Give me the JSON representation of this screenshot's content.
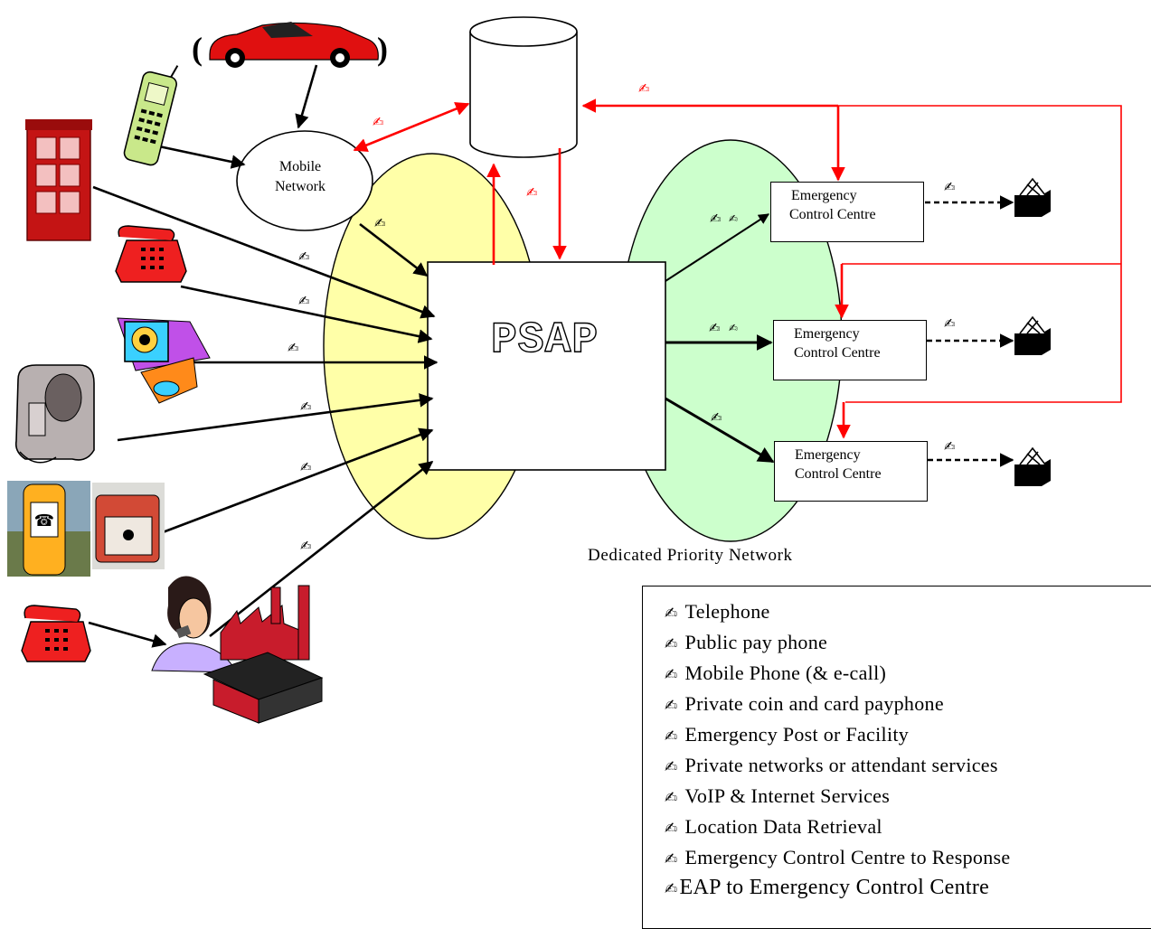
{
  "diagram": {
    "center_label": "PSAP",
    "mobile_network_label_line1": "Mobile",
    "mobile_network_label_line2": "Network",
    "network_caption": "Dedicated Priority Network",
    "ecc_boxes": [
      {
        "line1": "Emergency",
        "line2": "Control Centre"
      },
      {
        "line1": "Emergency",
        "line2": "Control Centre"
      },
      {
        "line1": "Emergency",
        "line2": "Control Centre"
      }
    ],
    "car_paren_left": "(",
    "car_paren_right": ")",
    "pen_glyph": "✍",
    "colors": {
      "yellow_network": "#ffffa8",
      "green_network": "#ccffcc",
      "red_lines": "#ff0000",
      "black_lines": "#000000"
    }
  },
  "legend": {
    "items": [
      "Telephone",
      "Public pay phone",
      "Mobile Phone (& e-call)",
      "Private coin and card payphone",
      "Emergency Post or Facility",
      "Private networks or attendant services",
      "VoIP & Internet Services",
      "Location Data Retrieval",
      "Emergency Control Centre to Response",
      "EAP  to Emergency Control Centre"
    ]
  }
}
